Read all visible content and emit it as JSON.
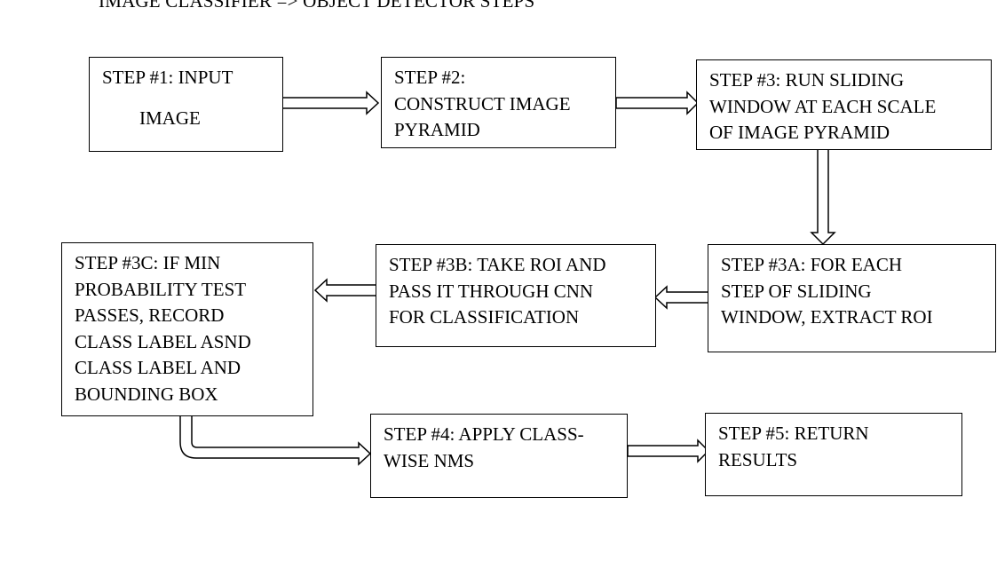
{
  "title": "IMAGE CLASSIFIER => OBJECT DETECTOR STEPS",
  "steps": [
    {
      "id": "step1",
      "lines": [
        "STEP #1: INPUT",
        "IMAGE"
      ]
    },
    {
      "id": "step2",
      "lines": [
        "STEP #2:",
        "CONSTRUCT IMAGE",
        "PYRAMID"
      ]
    },
    {
      "id": "step3",
      "lines": [
        "STEP #3: RUN SLIDING",
        "WINDOW AT EACH SCALE",
        "OF IMAGE PYRAMID"
      ]
    },
    {
      "id": "step3a",
      "lines": [
        "STEP #3A: FOR EACH",
        "STEP OF SLIDING",
        "WINDOW, EXTRACT ROI"
      ]
    },
    {
      "id": "step3b",
      "lines": [
        "STEP #3B: TAKE ROI AND",
        "PASS IT THROUGH CNN",
        "FOR CLASSIFICATION"
      ]
    },
    {
      "id": "step3c",
      "lines": [
        "STEP #3C: IF MIN",
        "PROBABILITY TEST",
        "PASSES, RECORD",
        "CLASS LABEL ASND",
        "CLASS LABEL AND",
        "BOUNDING BOX"
      ]
    },
    {
      "id": "step4",
      "lines": [
        "STEP #4: APPLY CLASS-",
        "WISE NMS"
      ]
    },
    {
      "id": "step5",
      "lines": [
        "STEP #5: RETURN",
        "RESULTS"
      ]
    }
  ],
  "connectors": [
    {
      "from": "step1",
      "to": "step2",
      "direction": "right"
    },
    {
      "from": "step2",
      "to": "step3",
      "direction": "right"
    },
    {
      "from": "step3",
      "to": "step3a",
      "direction": "down"
    },
    {
      "from": "step3a",
      "to": "step3b",
      "direction": "left"
    },
    {
      "from": "step3b",
      "to": "step3c",
      "direction": "left"
    },
    {
      "from": "step3c",
      "to": "step4",
      "direction": "down-right"
    },
    {
      "from": "step4",
      "to": "step5",
      "direction": "right"
    }
  ]
}
